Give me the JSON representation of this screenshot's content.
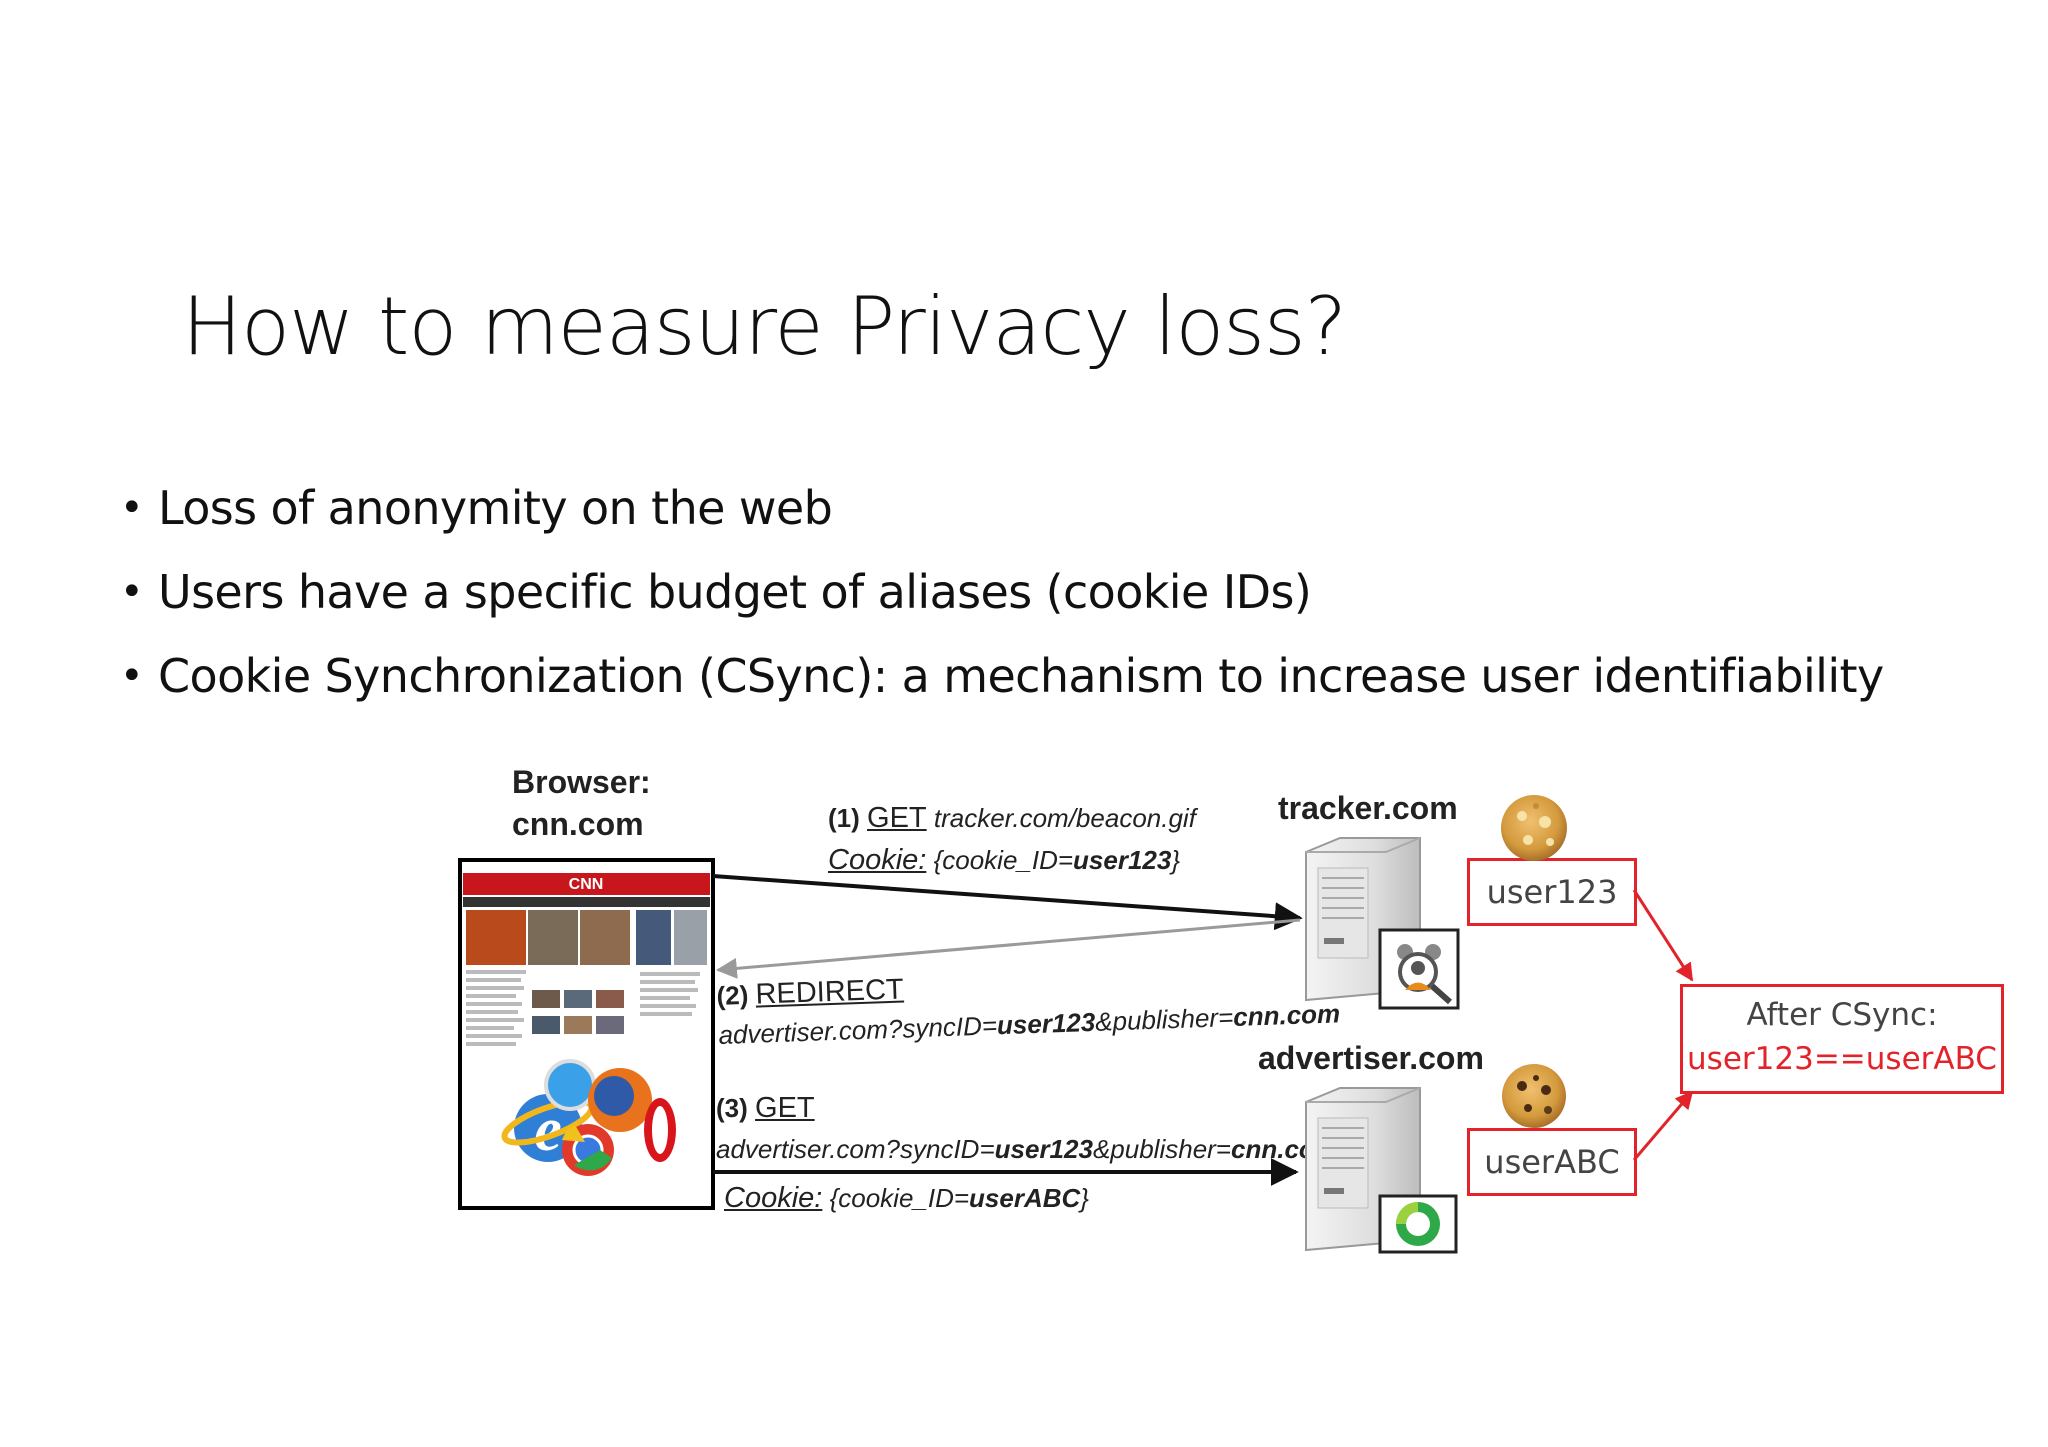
{
  "slide": {
    "title": "How to measure Privacy loss?",
    "bullets": [
      "Loss of anonymity on the web",
      "Users have a specific budget of aliases (cookie IDs)",
      "Cookie Synchronization (CSync): a mechanism to increase user identifiability"
    ]
  },
  "diagram": {
    "browser_label_1": "Browser:",
    "browser_label_2": "cnn.com",
    "browser_logo": "CNN",
    "tracker_label": "tracker.com",
    "advertiser_label": "advertiser.com",
    "step1": {
      "num": "(1)",
      "method": "GET",
      "url": "tracker.com/beacon.gif",
      "cookie_label": "Cookie:",
      "cookie_prefix": "{cookie_ID=",
      "cookie_value": "user123",
      "cookie_suffix": "}"
    },
    "step2": {
      "num": "(2)",
      "method": "REDIRECT",
      "url_prefix": "advertiser.com?syncID=",
      "sync_id": "user123",
      "url_mid": "&publisher=",
      "publisher": "cnn.com"
    },
    "step3": {
      "num": "(3)",
      "method": "GET",
      "url_prefix": "advertiser.com?syncID=",
      "sync_id": "user123",
      "url_mid": "&publisher=",
      "publisher": "cnn.com",
      "cookie_label": "Cookie:",
      "cookie_prefix": "{cookie_ID=",
      "cookie_value": "userABC",
      "cookie_suffix": "}"
    },
    "tracker_id": "user123",
    "advertiser_id": "userABC",
    "csync_line1": "After CSync:",
    "csync_line2": "user123==userABC",
    "colors": {
      "accent_red": "#e2232a",
      "arrow": "#111111",
      "arrow_gray": "#9a9a9a"
    },
    "icons": [
      "server-icon",
      "cookie-icon",
      "magnifier-user-icon",
      "doubleclick-icon",
      "browser-logos-icon"
    ]
  }
}
